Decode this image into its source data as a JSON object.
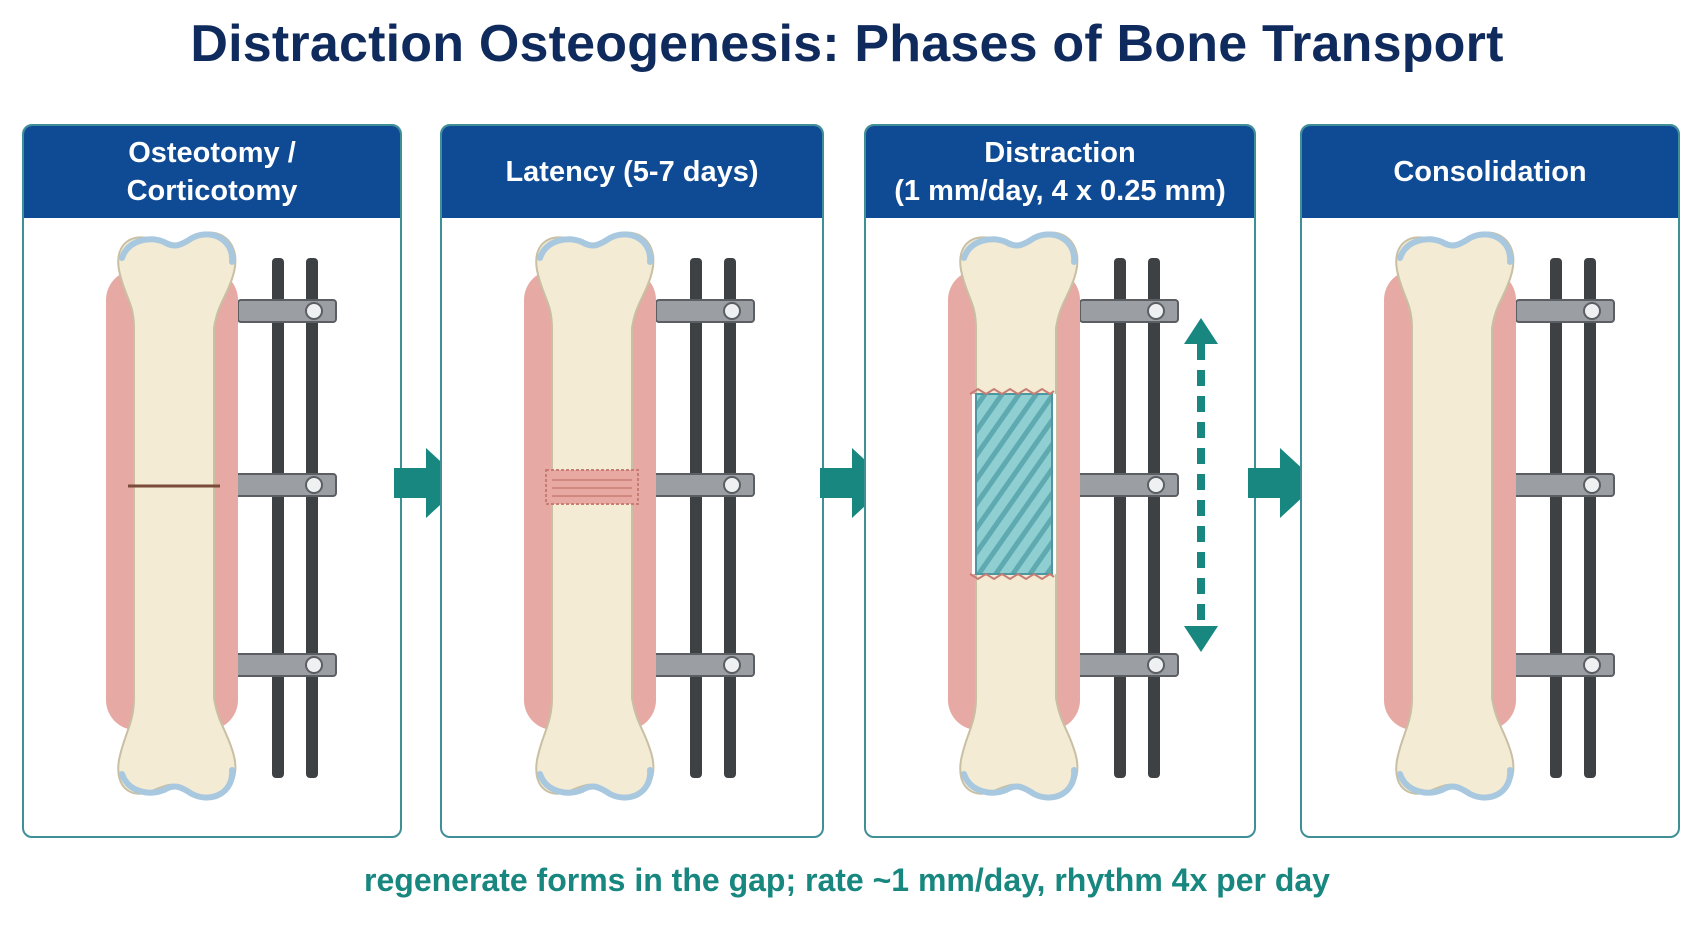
{
  "title": "Distraction Osteogenesis: Phases of Bone Transport",
  "phases": [
    {
      "line1": "Osteotomy /",
      "line2": "Corticotomy"
    },
    {
      "line1": "Latency (5-7 days)",
      "line2": ""
    },
    {
      "line1": "Distraction",
      "line2": "(1 mm/day, 4 x 0.25 mm)"
    },
    {
      "line1": "Consolidation",
      "line2": ""
    }
  ],
  "footer": "regenerate forms in the gap; rate ~1 mm/day, rhythm 4x per day",
  "colors": {
    "title": "#0f2a5c",
    "header": "#0f4a94",
    "panel_border": "#3f8f96",
    "teal_arrow": "#17877f",
    "bone": "#f3ebd4",
    "periosteum": "#e6a9a3",
    "regenerate": "#8fcfd2",
    "callus": "#e8a9a3",
    "rod": "#3e4144",
    "clamp": "#9b9fa3"
  }
}
